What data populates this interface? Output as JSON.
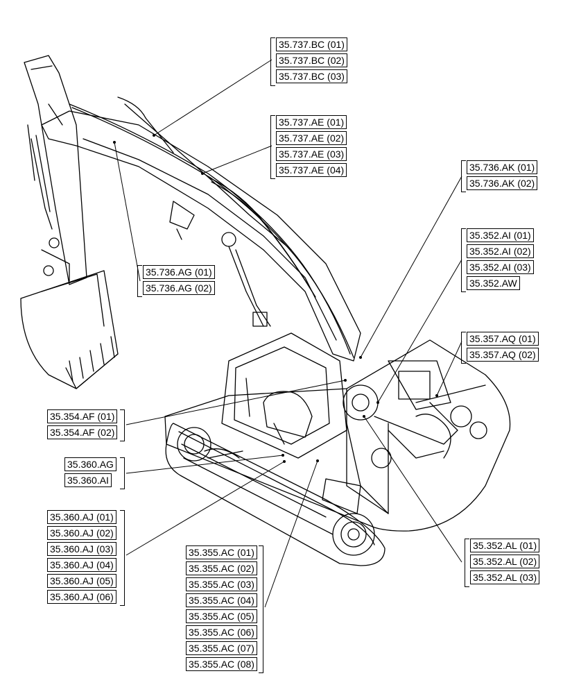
{
  "callout_groups": [
    {
      "id": "bc",
      "side": "left",
      "refs": [
        "35.737.BC (01)",
        "35.737.BC (02)",
        "35.737.BC (03)"
      ]
    },
    {
      "id": "ae",
      "side": "left",
      "refs": [
        "35.737.AE (01)",
        "35.737.AE (02)",
        "35.737.AE (03)",
        "35.737.AE (04)"
      ]
    },
    {
      "id": "ak",
      "side": "left",
      "refs": [
        "35.736.AK (01)",
        "35.736.AK (02)"
      ]
    },
    {
      "id": "ai",
      "side": "left",
      "refs": [
        "35.352.AI (01)",
        "35.352.AI (02)",
        "35.352.AI (03)",
        "35.352.AW"
      ]
    },
    {
      "id": "aq",
      "side": "left",
      "refs": [
        "35.357.AQ (01)",
        "35.357.AQ (02)"
      ]
    },
    {
      "id": "ag",
      "side": "left",
      "refs": [
        "35.736.AG (01)",
        "35.736.AG (02)"
      ]
    },
    {
      "id": "af",
      "side": "right",
      "refs": [
        "35.354.AF (01)",
        "35.354.AF (02)"
      ]
    },
    {
      "id": "agai",
      "side": "right",
      "refs": [
        "35.360.AG",
        "35.360.AI"
      ]
    },
    {
      "id": "aj",
      "side": "right",
      "refs": [
        "35.360.AJ (01)",
        "35.360.AJ (02)",
        "35.360.AJ (03)",
        "35.360.AJ (04)",
        "35.360.AJ (05)",
        "35.360.AJ (06)"
      ]
    },
    {
      "id": "ac",
      "side": "right",
      "refs": [
        "35.355.AC (01)",
        "35.355.AC (02)",
        "35.355.AC (03)",
        "35.355.AC (04)",
        "35.355.AC (05)",
        "35.355.AC (06)",
        "35.355.AC (07)",
        "35.355.AC (08)"
      ]
    },
    {
      "id": "al",
      "side": "left",
      "refs": [
        "35.352.AL (01)",
        "35.352.AL (02)",
        "35.352.AL (03)"
      ]
    }
  ]
}
